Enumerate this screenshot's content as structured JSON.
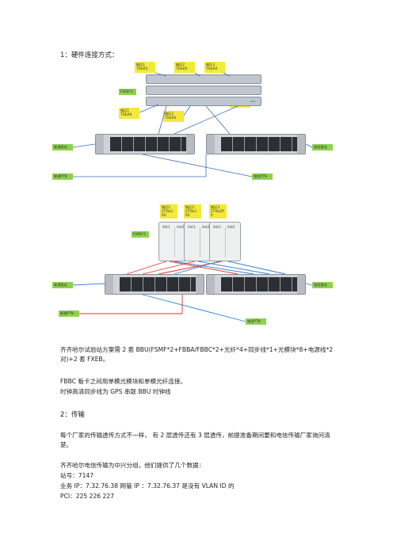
{
  "section1": {
    "heading": "1：硬件连接方式："
  },
  "diagram1": {
    "labels": [
      "制区1\nTX&RX",
      "制区2\nTX&RX",
      "制区3\nTX&RX",
      "FXEB*3",
      "制区1\nTX&RX",
      "制区2\nTX&RX",
      "制区3\nTX&RX",
      "联通基站",
      "电信基站",
      "联通PTN",
      "电信PTN"
    ]
  },
  "diagram2": {
    "labels": [
      "制区1\n2TX&2\nRX",
      "制区2\n2TX&2\nRX",
      "制区3\n2TX&2R\nX",
      "FHEB*3",
      "联通基站",
      "电信基站",
      "联通PTN",
      "电信PTN"
    ],
    "ports": [
      "Ant1",
      "Ant2",
      "Ant1",
      "Ant2",
      "Ant1",
      "Ant2"
    ]
  },
  "body": {
    "p1": "齐齐哈尔试验站方案需 2 套 BBU(FSMF*2+FBBA/FBBC*2+光纤*4+同步线*1+光模块*8+电源线*2 对)+2 套 FXEB。",
    "p2": "FBBC 板卡之间用单模光模块和单模光纤连接。",
    "p3": "时钟高清同步线为 GPS 串联 BBU 时钟线",
    "h2": "2：传输",
    "p4": "每个厂家的传输透传方式不一样，  有 2 层透传还有 3 层透传，前提准备期间要和电信传输厂家询问清楚。",
    "p5": "齐齐哈尔电信传输为中兴分组，他们提供了几个数据：",
    "p6": "站号：7147",
    "p7": "业务 IP：7.32.76.38     网管 IP ：7.32.76.37 是没有 VLAN ID 的",
    "p8": "PCI：225 226 227"
  }
}
